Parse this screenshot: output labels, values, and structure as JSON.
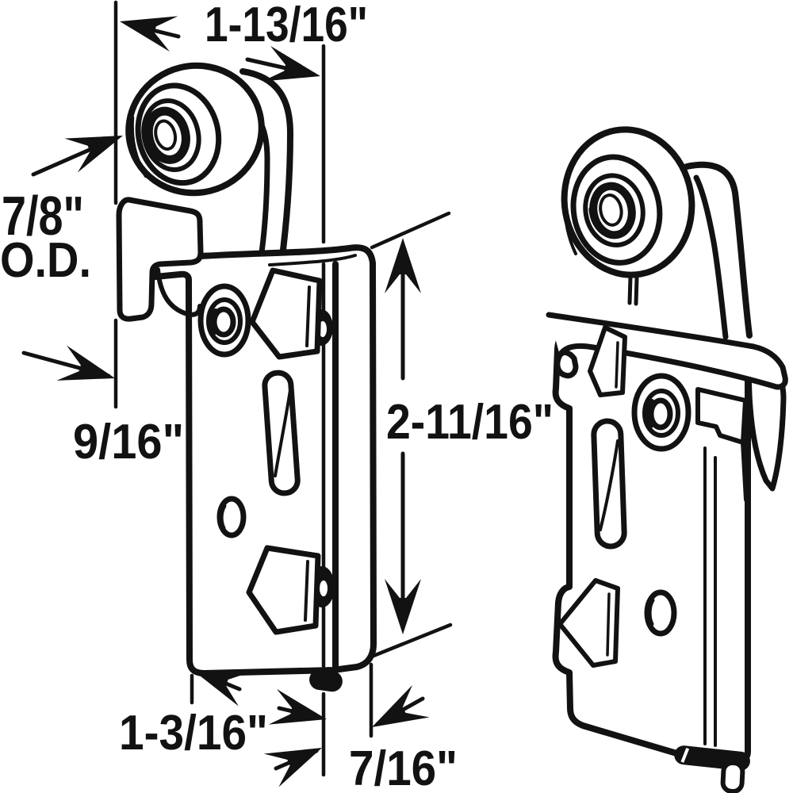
{
  "page": {
    "background_color": "#ffffff",
    "ink_color": "#121212",
    "figure_count": 2
  },
  "diagram": {
    "type": "technical-drawing",
    "views": [
      {
        "id": "left-roller-assembly",
        "role": "dimensioned front three-quarter view"
      },
      {
        "id": "right-roller-assembly",
        "role": "undimensioned rear three-quarter view"
      }
    ]
  },
  "annotations": [
    {
      "id": "top-width",
      "text": "1-13/16\""
    },
    {
      "id": "roller-outer-diameter",
      "text": "7/8\""
    },
    {
      "id": "roller-outer-diameter-2",
      "text": "O.D."
    },
    {
      "id": "hook-offset",
      "text": "9/16\""
    },
    {
      "id": "bracket-height",
      "text": "2-11/16\""
    },
    {
      "id": "bottom-width",
      "text": "1-3/16\""
    },
    {
      "id": "edge-offset",
      "text": "7/16\""
    }
  ]
}
